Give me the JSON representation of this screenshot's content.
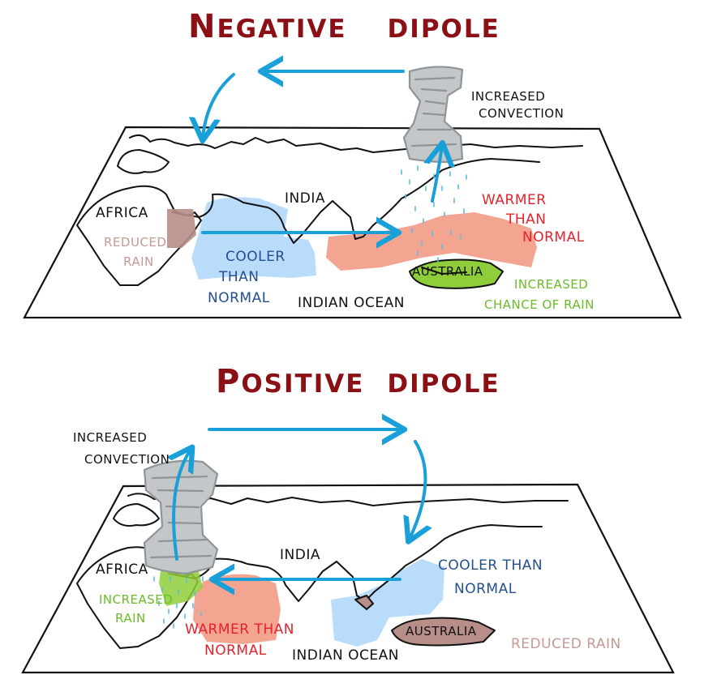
{
  "colors": {
    "title": "#8b1015",
    "title_accent": "#d8121f",
    "arrow": "#1aa0d8",
    "cool_water": "#b8dcfa",
    "warm_water": "#f4a592",
    "rain_increase": "#8fce3a",
    "rain_reduce": "#b78e88",
    "cloud": "#8f9497",
    "land_outline": "#111111",
    "rain_drop": "#5bbde6",
    "cool_text": "#234f8f",
    "warm_text": "#e5222c",
    "increase_text": "#6cbb2a",
    "reduce_text": "#c59a95"
  },
  "negative": {
    "title_first": "N",
    "title_rest": "EGATIVE",
    "title_second": "D",
    "title_second_rest": "IPOLE",
    "convection": [
      "INCREASED",
      "CONVECTION"
    ],
    "africa": "AFRICA",
    "india": "INDIA",
    "australia": "AUSTRALIA",
    "ocean": "INDIAN OCEAN",
    "reduced": [
      "REDUCED",
      "RAIN"
    ],
    "cooler": [
      "COOLER",
      "THAN",
      "NORMAL"
    ],
    "warmer": [
      "WARMER",
      "THAN",
      "NORMAL"
    ],
    "increased_rain": [
      "INCREASED",
      "CHANCE OF RAIN"
    ]
  },
  "positive": {
    "title_first": "P",
    "title_rest": "OSITIVE",
    "title_second": "D",
    "title_second_rest": "IPOLE",
    "convection": [
      "INCREASED",
      "CONVECTION"
    ],
    "africa": "AFRICA",
    "india": "INDIA",
    "australia": "AUSTRALIA",
    "ocean": "INDIAN OCEAN",
    "increased_rain": [
      "INCREASED",
      "RAIN"
    ],
    "warmer": [
      "WARMER THAN",
      "NORMAL"
    ],
    "cooler": [
      "COOLER THAN",
      "NORMAL"
    ],
    "reduced": "REDUCED RAIN"
  }
}
